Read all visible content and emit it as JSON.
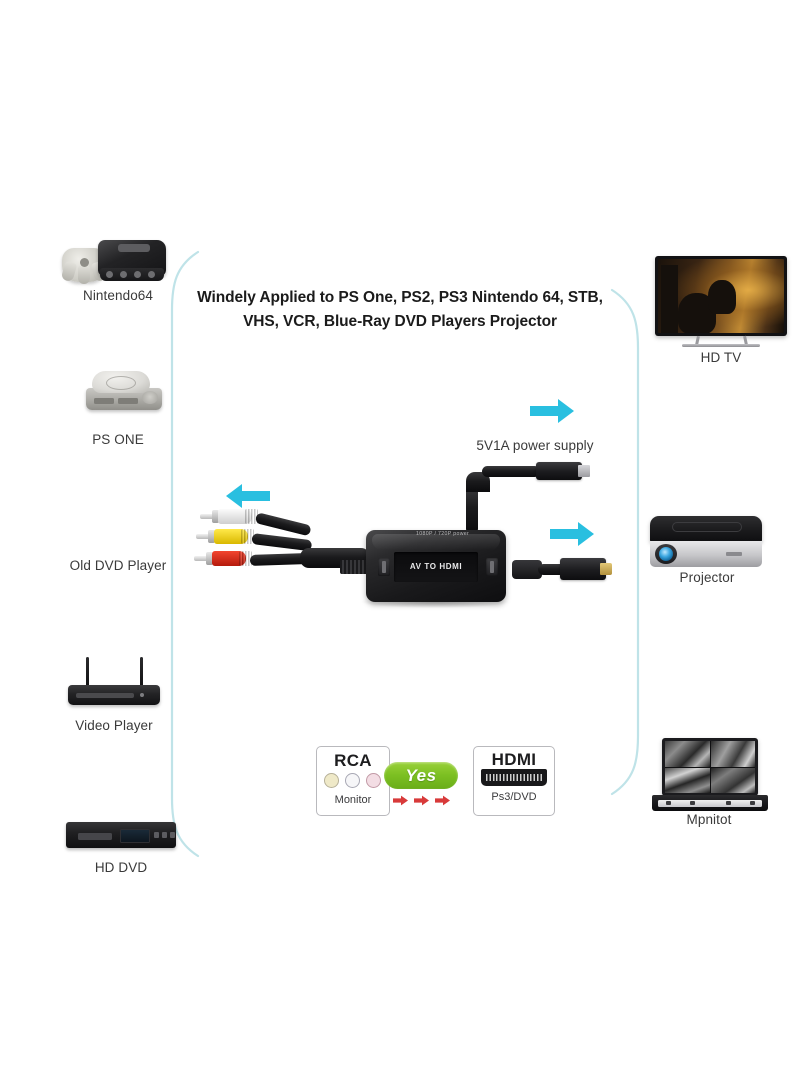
{
  "headline": {
    "line1": "Windely Applied to PS One, PS2, PS3 Nintendo 64, STB,",
    "line2": "VHS, VCR, Blue-Ray DVD Players Projector"
  },
  "sources": [
    {
      "label": "Nintendo64",
      "icon": "nintendo64-console-icon"
    },
    {
      "label": "PS ONE",
      "icon": "ps-one-console-icon"
    },
    {
      "label": "Old DVD Player",
      "icon": "rca-cable-icon"
    },
    {
      "label": "Video Player",
      "icon": "video-player-box-icon"
    },
    {
      "label": "HD DVD",
      "icon": "hd-dvd-player-icon"
    }
  ],
  "outputs": [
    {
      "label": "HD TV",
      "icon": "hd-tv-icon"
    },
    {
      "label": "Projector",
      "icon": "projector-icon"
    },
    {
      "label": "Mpnitot",
      "icon": "quad-split-monitor-icon"
    }
  ],
  "converter": {
    "face_label": "AV TO HDMI",
    "top_label": "1080P / 720P   power",
    "power_label": "5V1A power supply"
  },
  "comparison": {
    "input": {
      "title": "RCA",
      "subtitle": "Monitor",
      "jacks": [
        {
          "name": "yellow-video-jack",
          "color": "#efe9c8"
        },
        {
          "name": "white-audio-jack",
          "color": "#f2f2f4"
        },
        {
          "name": "red-audio-jack",
          "color": "#f0dbe2"
        }
      ]
    },
    "verdict": "Yes",
    "output": {
      "title": "HDMI",
      "subtitle": "Ps3/DVD"
    }
  },
  "colors": {
    "bracket": "#bfe3e8",
    "arrow": "#29bfe0",
    "verdict_pill": "#7cc022",
    "verdict_arrow": "#d83a3a",
    "background": "#ffffff"
  }
}
